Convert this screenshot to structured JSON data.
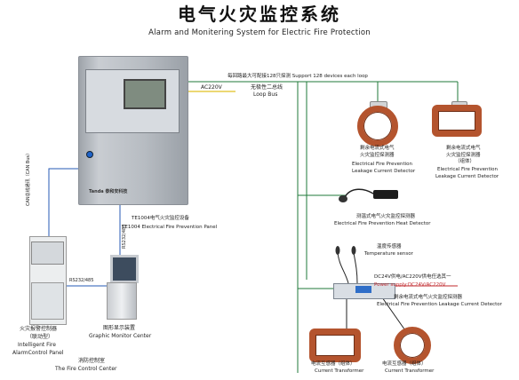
{
  "title_cn": "电气火灾监控系统",
  "title_en": "Alarm and Monitering System for Electric Fire Protection",
  "top_note": "每回路最大可配接128只探测  Support  128  devices  each  loop",
  "ac_label": "AC220V",
  "loop_bus_cn": "无极性二总线",
  "loop_bus_en": "Loop Bus",
  "panel_brand": "Tanda 泰和安科技",
  "can_bus_label": "CAN总线通讯（CAN Bus）",
  "rs485_label": "RS232/485",
  "rs_label": "RS232/485",
  "panel_cn": "TE1004电气火灾监控设备",
  "panel_en": "TE1004  Electrical Fire Prevention Panel",
  "detector1_cn1": "剩余电流式电气",
  "detector1_cn2": "火灾监控探测器",
  "detector1_en1": "Electrical Fire Prevention",
  "detector1_en2": "Leakage Current Detector",
  "detector2_cn1": "剩余电流式电气",
  "detector2_cn2": "火灾监控探测器",
  "detector2_cn3": "（组体）",
  "detector2_en1": "Electrical Fire Prevention",
  "detector2_en2": "Leakage Current Detector",
  "heat_cn": "测温式电气火灾监控探测器",
  "heat_en": "Electrical Fire Prevention Heat Detector",
  "temp_cn": "温度传感器",
  "temp_en": "Temperature sensor",
  "power_cn": "DC24V供电/AC220V供电任选其一",
  "power_en": "Power supply:DC24V/AC220V",
  "combo_cn": "剩余电流式电气火灾监控探测器",
  "combo_en": "Electrical Fire Prevention Leakage Current Detector",
  "ct1_cn": "电流互感器（组体）",
  "ct1_en": "Current Transformer",
  "ct2_cn": "电流互感器（组体）",
  "ct2_en": "Current Transformer",
  "alarm_cn1": "火灾报警控制器",
  "alarm_cn2": "（联动型）",
  "alarm_en1": "Intelligent Fire",
  "alarm_en2": "AlarmControl Panel",
  "monitor_cn": "图形显示装置",
  "monitor_en": "Graphic Monitor Center",
  "center_cn": "消防控制室",
  "center_en": "The  Fire  Control  Center",
  "colors": {
    "loop_wire": "#1f7a3a",
    "ac_wire": "#e0c020",
    "sensor_body": "#b4542e",
    "accent_red": "#c0282d"
  }
}
